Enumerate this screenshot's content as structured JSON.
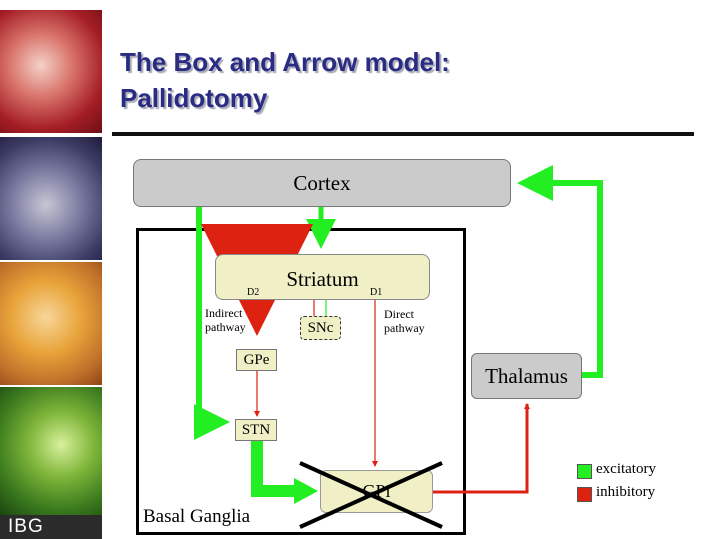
{
  "title": {
    "line1": "The Box and Arrow model:",
    "line2": "Pallidotomy"
  },
  "logo": "IBG",
  "nodes": {
    "cortex": "Cortex",
    "striatum": "Striatum",
    "snc": "SNc",
    "gpe": "GPe",
    "stn": "STN",
    "gpi": "GPi",
    "thalamus": "Thalamus"
  },
  "labels": {
    "d2": "D2",
    "d1": "D1",
    "indirect": "Indirect",
    "indirect2": "pathway",
    "direct": "Direct",
    "direct2": "pathway",
    "basal_ganglia": "Basal Ganglia"
  },
  "legend": {
    "excitatory": "excitatory",
    "inhibitory": "inhibitory",
    "colors": {
      "excitatory": "#22ee22",
      "inhibitory": "#dd2211"
    }
  }
}
